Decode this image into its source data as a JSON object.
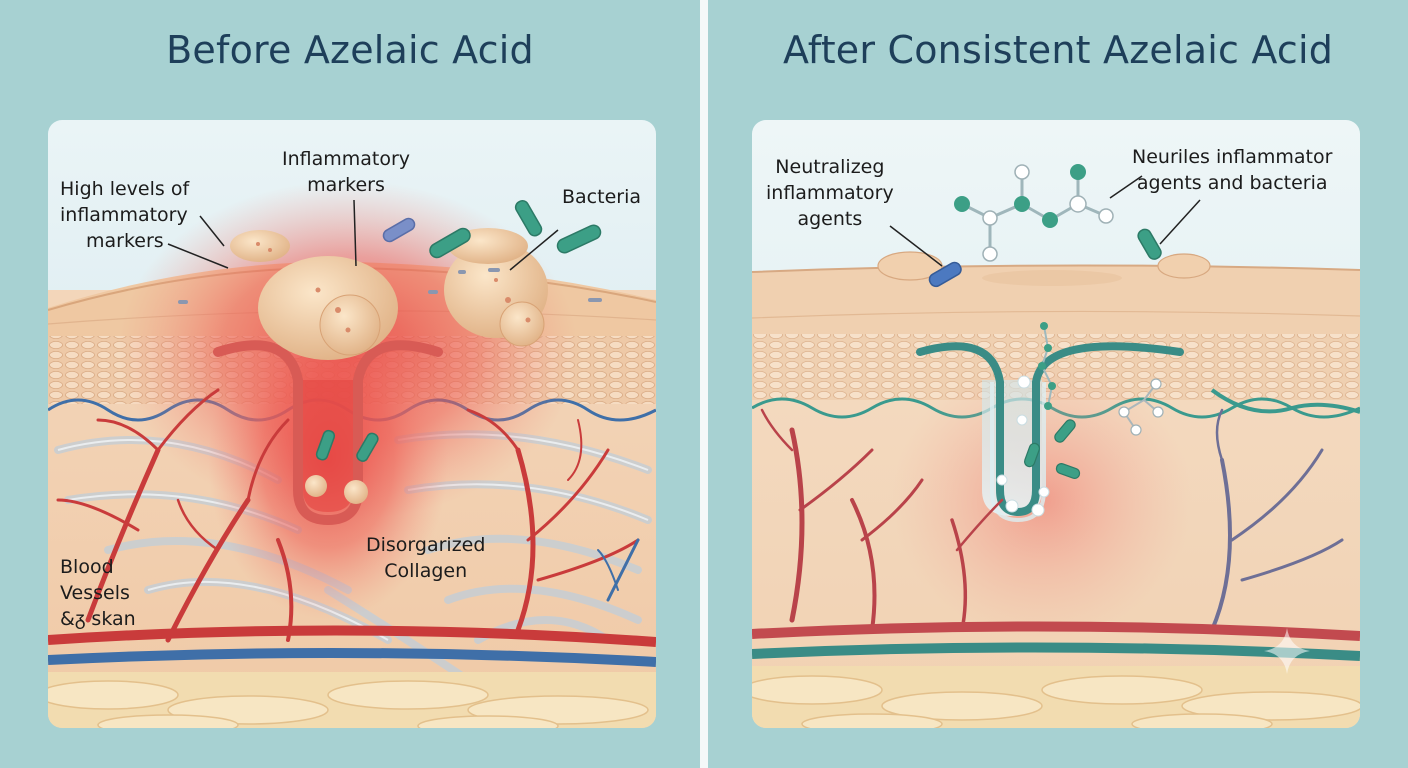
{
  "left_panel": {
    "title": "Before Azelaic Acid",
    "labels": {
      "high_levels_line1": "High levels of",
      "high_levels_line2": "inflammatory",
      "high_levels_line3": "markers",
      "inflammatory_line1": "Inflammatory",
      "inflammatory_line2": "markers",
      "bacteria": "Bacteria",
      "collagen_line1": "Disorgarized",
      "collagen_line2": "Collagen",
      "vessels_line1": "Blood",
      "vessels_line2": "Vessels",
      "vessels_line3": "&ᵹ skan"
    }
  },
  "right_panel": {
    "title": "After Consistent Azelaic Acid",
    "labels": {
      "neutralize_line1": "Neutralizeg",
      "neutralize_line2": "inflammatory",
      "neutralize_line3": "agents",
      "neuriles_line1": "Neuriles inflammator",
      "neuriles_line2": "agents and bacteria"
    }
  },
  "colors": {
    "background": "#a7d1d2",
    "title_text": "#1e3f5a",
    "skin": "#f1cfae",
    "inflammation": "#e84c4c",
    "artery": "#c93b3b",
    "vein": "#3f6fa8",
    "healing_teal": "#3a9a8e"
  }
}
